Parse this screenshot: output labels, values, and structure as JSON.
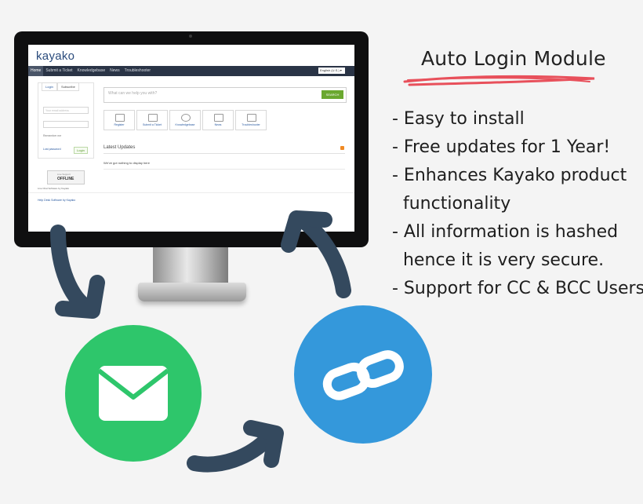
{
  "kayako": {
    "logo": "kayako",
    "nav": [
      "Home",
      "Submit a Ticket",
      "Knowledgebase",
      "News",
      "Troubleshooter"
    ],
    "language": "English (U.S.) ▾",
    "login_tab": "Login",
    "subscribe_tab": "Subscribe",
    "email_placeholder": "Your email address",
    "remember_me": "Remember me",
    "lost_password": "Lost password",
    "login_button": "Login",
    "support_label": "Live Support",
    "support_status": "OFFLINE",
    "help_desk_text": "Live Chat Software by Kayako",
    "search_placeholder": "What can we help you with?",
    "search_button": "SEARCH",
    "tiles": [
      "Register",
      "Submit a Ticket",
      "Knowledgebase",
      "News",
      "Troubleshooter"
    ],
    "latest_updates": "Latest Updates",
    "nothing_to_display": "We've got nothing to display here",
    "footer": "Help Desk Software by Kayako"
  },
  "module": {
    "title": "Auto Login Module",
    "features": [
      "- Easy to install",
      "- Free updates for 1 Year!",
      "- Enhances Kayako product",
      "  functionality",
      "- All information is hashed",
      "  hence it is very secure.",
      "- Support for CC & BCC Users"
    ]
  },
  "icons": {
    "mail": "envelope-icon",
    "link": "chain-link-icon"
  },
  "colors": {
    "mail_green": "#2ec66b",
    "link_blue": "#3498db",
    "arrow": "#34495e",
    "underline_red": "#e8505b"
  }
}
